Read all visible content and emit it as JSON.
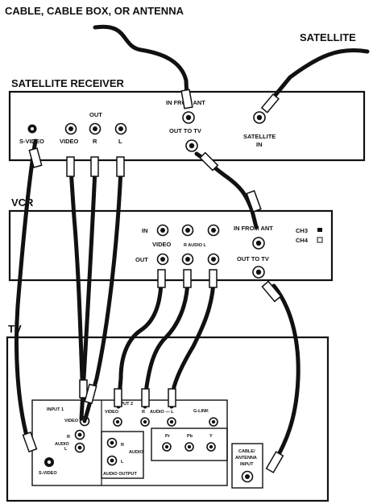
{
  "top_sources": {
    "cable_label": "CABLE, CABLE BOX, OR ANTENNA",
    "satellite_label": "SATELLITE"
  },
  "satellite_receiver": {
    "title": "SATELLITE RECEIVER",
    "out_label": "OUT",
    "svideo_label": "S-VIDEO",
    "video_label": "VIDEO",
    "r_label": "R",
    "l_label": "L",
    "in_from_ant_label": "IN FROM ANT",
    "out_to_tv_label": "OUT TO TV",
    "satellite_in_line1": "SATELLITE",
    "satellite_in_line2": "IN"
  },
  "vcr": {
    "title": "VCR",
    "in_label": "IN",
    "out_label": "OUT",
    "video_label": "VIDEO",
    "r_audio_l_label": "R AUDIO L",
    "in_from_ant_label": "IN FROM ANT",
    "out_to_tv_label": "OUT TO TV",
    "ch3_label": "CH3",
    "ch4_label": "CH4"
  },
  "tv": {
    "title": "TV",
    "input1_label": "INPUT 1",
    "input2_label": "INPUT 2",
    "video_label": "VIDEO",
    "video2_label": "VIDEO",
    "r_label": "R",
    "audio_l_label": "AUDIO — L",
    "audio_small": "AUDIO",
    "l_label": "L",
    "svideo_label": "S-VIDEO",
    "audio_output_label": "AUDIO OUTPUT",
    "glink_label": "G-LINK",
    "y_label": "Y",
    "pb_label": "Pb",
    "pr_label": "Pr",
    "cable_antenna_line1": "CABLE/",
    "cable_antenna_line2": "ANTENNA",
    "cable_antenna_line3": "INPUT"
  }
}
